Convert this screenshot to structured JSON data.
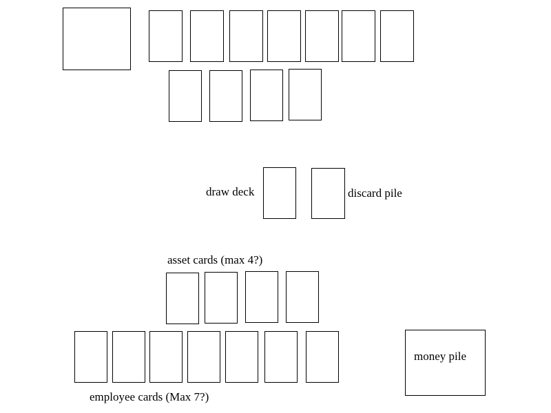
{
  "labels": {
    "draw_deck": "draw deck",
    "discard_pile": "discard pile",
    "asset_cards": "asset cards (max 4?)",
    "employee_cards": "employee cards (Max 7?)",
    "money_pile": "money pile"
  },
  "colors": {
    "background": "#ffffff",
    "outline": "#000000",
    "text": "#000000"
  }
}
